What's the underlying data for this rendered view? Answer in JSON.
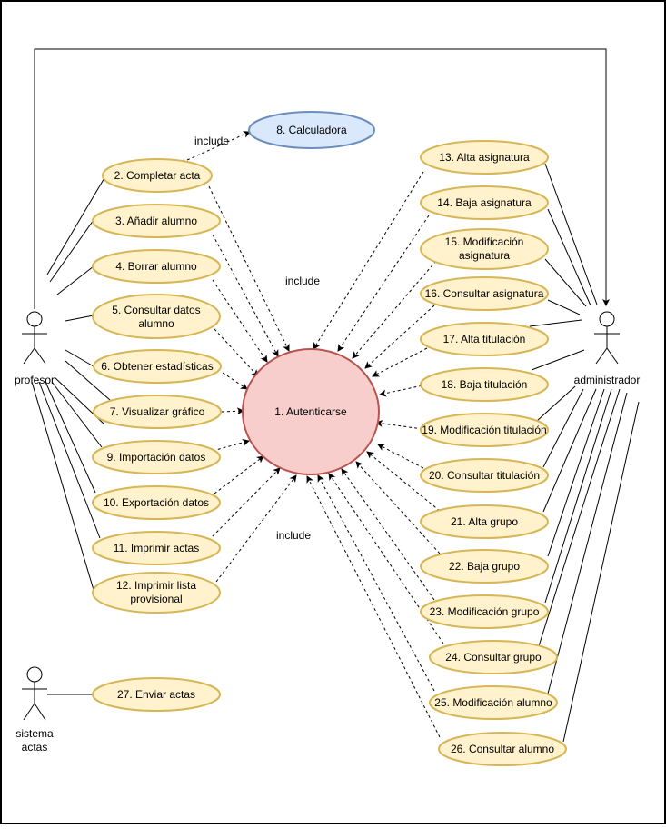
{
  "colors": {
    "use_case_fill": "#fff2cc",
    "use_case_stroke": "#d6b656",
    "auth_fill": "#f8cecc",
    "auth_stroke": "#b85450",
    "calc_fill": "#dae8fc",
    "calc_stroke": "#6c8ebf"
  },
  "actors": {
    "profesor": "profesor",
    "administrador": "administrador",
    "sistema_actas": [
      "sistema",
      "actas"
    ]
  },
  "use_cases": {
    "uc1": "1. Autenticarse",
    "uc2": "2. Completar acta",
    "uc3": "3. Añadir alumno",
    "uc4": "4. Borrar alumno",
    "uc5": [
      "5. Consultar datos",
      "alumno"
    ],
    "uc6": "6. Obtener estadísticas",
    "uc7": "7. Visualizar gráfico",
    "uc8": "8. Calculadora",
    "uc9": "9. Importación datos",
    "uc10": "10. Exportación datos",
    "uc11": "11. Imprimir actas",
    "uc12": [
      "12. Imprimir lista",
      "provisional"
    ],
    "uc13": "13. Alta asignatura",
    "uc14": "14. Baja asignatura",
    "uc15": [
      "15. Modificación",
      "asignatura"
    ],
    "uc16": "16. Consultar asignatura",
    "uc17": "17. Alta titulación",
    "uc18": "18. Baja titulación",
    "uc19": "19. Modificación titulación",
    "uc20": "20. Consultar titulación",
    "uc21": "21. Alta grupo",
    "uc22": "22. Baja grupo",
    "uc23": "23. Modificación grupo",
    "uc24": "24. Consultar grupo",
    "uc25": "25. Modificación alumno",
    "uc26": "26. Consultar alumno",
    "uc27": "27. Enviar actas"
  },
  "relations": {
    "include_top": "include",
    "include_mid": "include",
    "include_bottom": "include"
  }
}
